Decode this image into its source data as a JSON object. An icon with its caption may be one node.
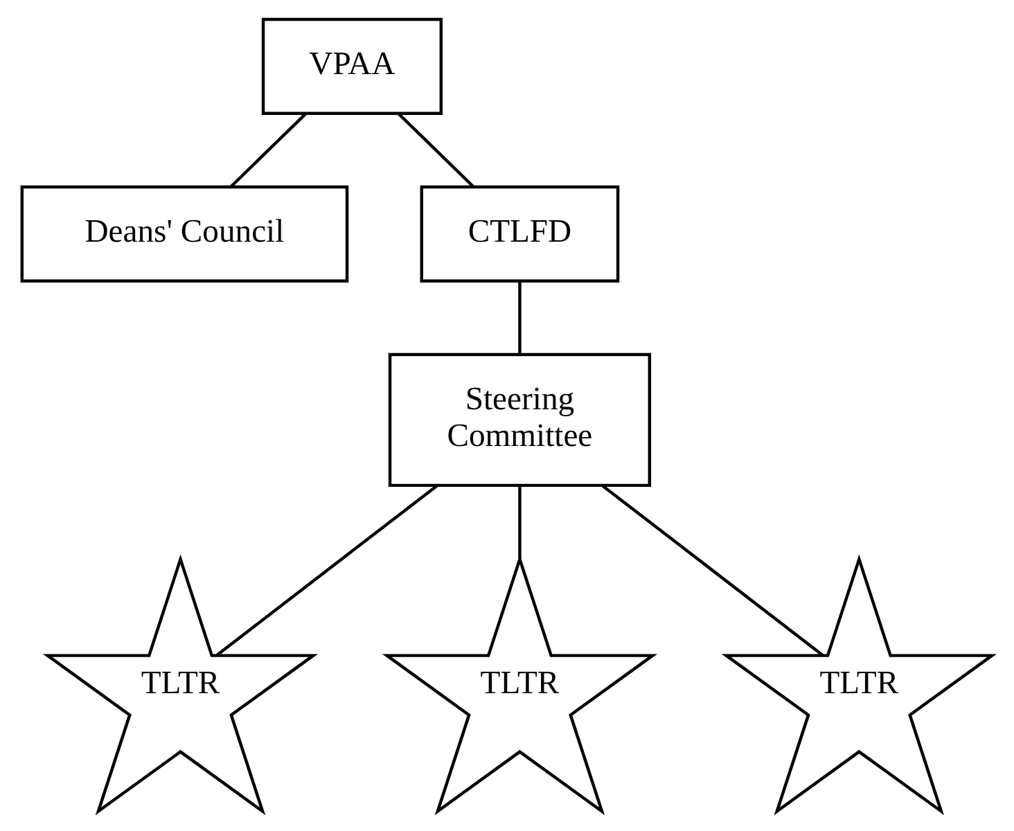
{
  "diagram": {
    "nodes": [
      {
        "text": [
          "VPAA"
        ]
      },
      {
        "text": [
          "CTLFD"
        ]
      },
      {
        "text": [
          "Deans' Council"
        ]
      },
      {
        "text": [
          "Steering Committee"
        ]
      },
      {
        "text": [
          "TLTR"
        ]
      },
      {
        "text": [
          "TLTR"
        ]
      },
      {
        "text": [
          "TLTR"
        ]
      }
    ],
    "edges": [
      {
        "from": 1,
        "to": 0,
        "arrow": "none"
      },
      {
        "from": 0,
        "to": 2,
        "arrow": "none"
      },
      {
        "from": 1,
        "to": 3,
        "arrow": "none"
      },
      {
        "from": 3,
        "to": 4,
        "arrow": "none"
      },
      {
        "from": 3,
        "to": 5,
        "arrow": "none"
      },
      {
        "from": 3,
        "to": 6,
        "arrow": "none"
      }
    ]
  }
}
